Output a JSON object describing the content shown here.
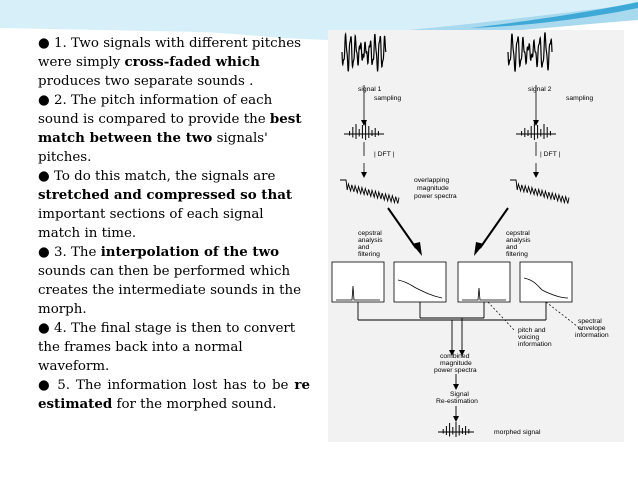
{
  "colors": {
    "wave_light": "#d6eff8",
    "wave_mid": "#a9d9ee",
    "wave_dark": "#3ea8d6",
    "figure_bg": "#f2f2f2"
  },
  "bullets": [
    {
      "parts": [
        {
          "text": "● 1. Two signals with different pitches were simply ",
          "bold": false
        },
        {
          "text": "cross-faded which",
          "bold": true
        },
        {
          "text": " produces two separate sounds .",
          "bold": false
        }
      ]
    },
    {
      "parts": [
        {
          "text": "● 2. The pitch information of each sound is compared to provide the ",
          "bold": false
        },
        {
          "text": "best match between the two",
          "bold": true
        },
        {
          "text": " signals' pitches.",
          "bold": false
        }
      ]
    },
    {
      "parts": [
        {
          "text": "● To do this match, the signals are ",
          "bold": false
        },
        {
          "text": "stretched and compressed so that",
          "bold": true
        },
        {
          "text": " important sections of each signal match in time.",
          "bold": false
        }
      ]
    },
    {
      "parts": [
        {
          "text": "● 3. The ",
          "bold": false
        },
        {
          "text": "interpolation of the two",
          "bold": true
        },
        {
          "text": " sounds can then be performed which creates the intermediate sounds in the morph.",
          "bold": false
        }
      ]
    },
    {
      "parts": [
        {
          "text": "● 4. The final stage is then to convert the frames back into a normal waveform.",
          "bold": false
        }
      ]
    },
    {
      "justify": true,
      "parts": [
        {
          "text": "● 5. The information lost has to be ",
          "bold": false
        },
        {
          "text": "re estimated",
          "bold": true
        },
        {
          "text": " for the morphed sound.",
          "bold": false
        }
      ]
    }
  ],
  "figure": {
    "signal1_label": "signal 1",
    "signal2_label": "signal 2",
    "sampling_left": "sampling",
    "sampling_right": "sampling",
    "dft_left": "| DFT |",
    "dft_right": "| DFT |",
    "overlap_line1": "overlapping",
    "overlap_line2": "magnitude",
    "overlap_line3": "power spectra",
    "cepstral_left_1": "cepstral",
    "cepstral_left_2": "analysis",
    "cepstral_left_3": "and",
    "cepstral_left_4": "filtering",
    "cepstral_right_1": "cepstral",
    "cepstral_right_2": "analysis",
    "cepstral_right_3": "and",
    "cepstral_right_4": "filtering",
    "spectral_env_1": "spectral",
    "spectral_env_2": "envelope",
    "spectral_env_3": "information",
    "pitch_voicing_1": "pitch and",
    "pitch_voicing_2": "voicing",
    "pitch_voicing_3": "information",
    "combined_1": "combined",
    "combined_2": "magnitude",
    "combined_3": "power spectra",
    "reest_1": "Signal",
    "reest_2": "Re-estimation",
    "morphed_label": "morphed signal"
  }
}
